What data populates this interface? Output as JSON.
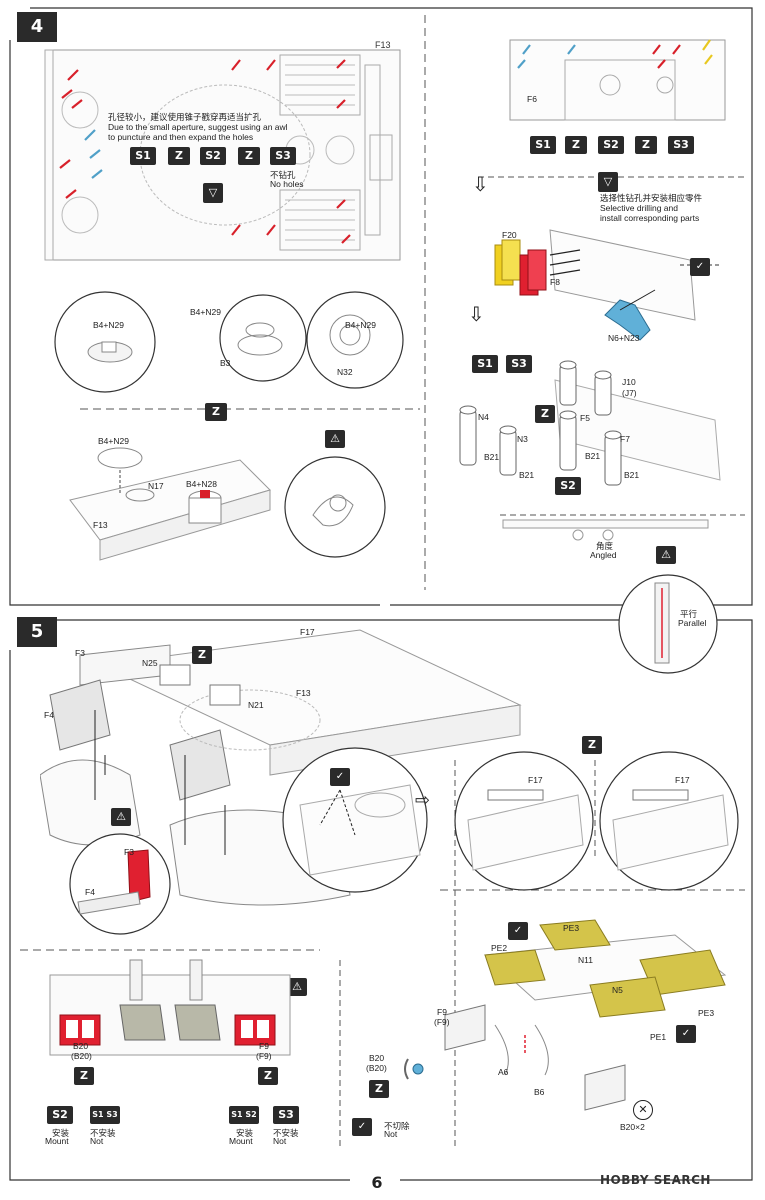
{
  "steps": {
    "step4": "4",
    "step5": "5"
  },
  "step4": {
    "f13": "F13",
    "f6": "F6",
    "awl_note_cn": "孔径较小，建议使用锥子戳穿再适当扩孔",
    "awl_note_en_1": "Due to the small aperture, suggest using an awl",
    "awl_note_en_2": "to puncture and then expand the holes",
    "s1": "S1",
    "s2": "S2",
    "s3": "S3",
    "no_holes_cn": "不钻孔",
    "no_holes_en": "No holes",
    "selective_cn": "选择性钻孔并安装相应零件",
    "selective_en_1": "Selective drilling and",
    "selective_en_2": "install corresponding parts",
    "f20": "F20",
    "f8": "F8",
    "n6n23": "N6+N23",
    "b4n29_a": "B4+N29",
    "b4n29_b": "B4+N29",
    "b4n29_c": "B4+N29",
    "b3": "B3",
    "n32": "N32",
    "b4n29_d": "B4+N29",
    "n17": "N17",
    "b4n28": "B4+N28",
    "f13b": "F13",
    "n4": "N4",
    "n3": "N3",
    "b21a": "B21",
    "b21b": "B21",
    "f5": "F5",
    "b21c": "B21",
    "j10": "J10",
    "j7": "(J7)",
    "f7": "F7",
    "b21d": "B21",
    "angled_cn": "角度",
    "angled_en": "Angled",
    "parallel_cn": "平行",
    "parallel_en": "Parallel"
  },
  "step5": {
    "f3": "F3",
    "n25": "N25",
    "f17": "F17",
    "f4": "F4",
    "f13": "F13",
    "n21": "N21",
    "f17b": "F17",
    "f17c": "F17",
    "f3b": "F3",
    "f4b": "F4",
    "pe3a": "PE3",
    "pe2": "PE2",
    "n11": "N11",
    "n5": "N5",
    "pe3b": "PE3",
    "f9": "F9",
    "f9p": "(F9)",
    "pe1": "PE1",
    "a6": "A6",
    "b6": "B6",
    "b20x2": "B20×2",
    "b20l": "B20",
    "b20lp": "(B20)",
    "f9r": "F9",
    "f9rp": "(F9)",
    "b20m": "B20",
    "b20mp": "(B20)",
    "no_cut_cn": "不切除",
    "no_cut_en": "Not",
    "s2": "S2",
    "s1s3": "S1 S3",
    "s1s2": "S1 S2",
    "s3": "S3",
    "mount_cn_l": "安装",
    "mount_en_l": "Mount",
    "not_cn_l": "不安装",
    "not_en_l": "Not",
    "mount_cn_r": "安装",
    "mount_en_r": "Mount",
    "not_cn_r": "不安装",
    "not_en_r": "Not"
  },
  "page_number": "6",
  "watermark": "HOBBY SEARCH",
  "colors": {
    "red_part": "#e02030",
    "yellow_part": "#f0d020",
    "blue_part": "#60b0d8",
    "etch_part": "#d4c44a",
    "arrow_red": "#d8202a",
    "arrow_blue": "#50a0c8"
  }
}
